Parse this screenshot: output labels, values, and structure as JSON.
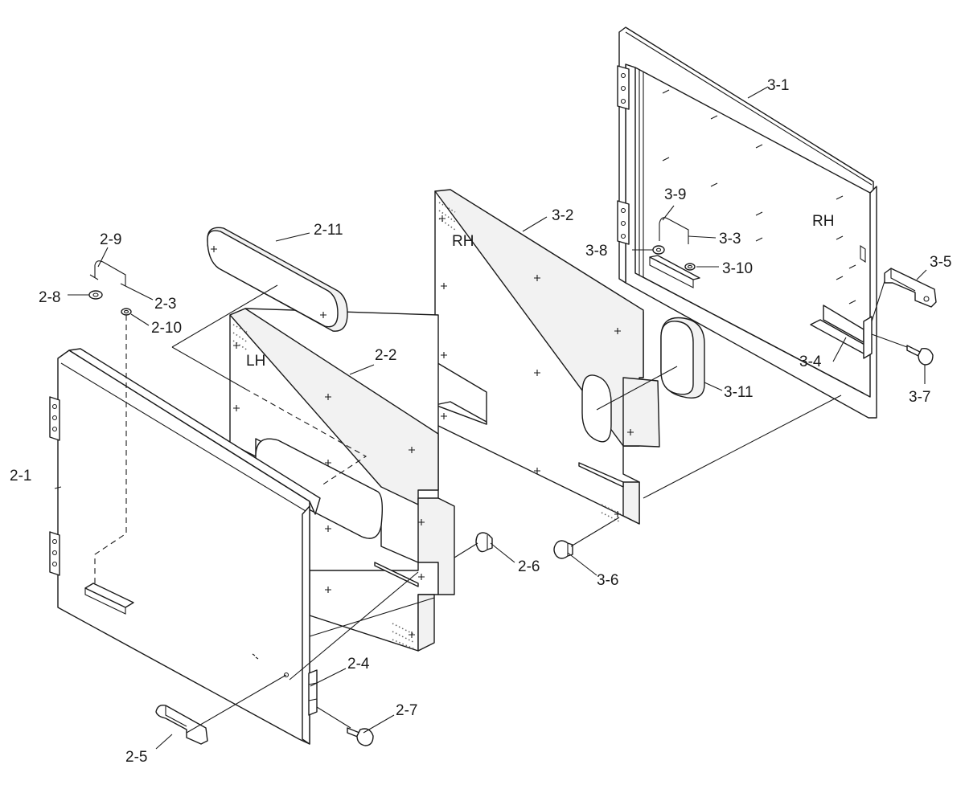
{
  "panels": {
    "lh_panel_marking": "LH",
    "rh_insulation_marking": "RH",
    "rh_door_marking": "RH"
  },
  "callouts": {
    "c2_1": "2-1",
    "c2_2": "2-2",
    "c2_3": "2-3",
    "c2_4": "2-4",
    "c2_5": "2-5",
    "c2_6": "2-6",
    "c2_7": "2-7",
    "c2_8": "2-8",
    "c2_9": "2-9",
    "c2_10": "2-10",
    "c2_11": "2-11",
    "c3_1": "3-1",
    "c3_2": "3-2",
    "c3_3": "3-3",
    "c3_4": "3-4",
    "c3_5": "3-5",
    "c3_6": "3-6",
    "c3_7": "3-7",
    "c3_8": "3-8",
    "c3_9": "3-9",
    "c3_10": "3-10",
    "c3_11": "3-11"
  }
}
